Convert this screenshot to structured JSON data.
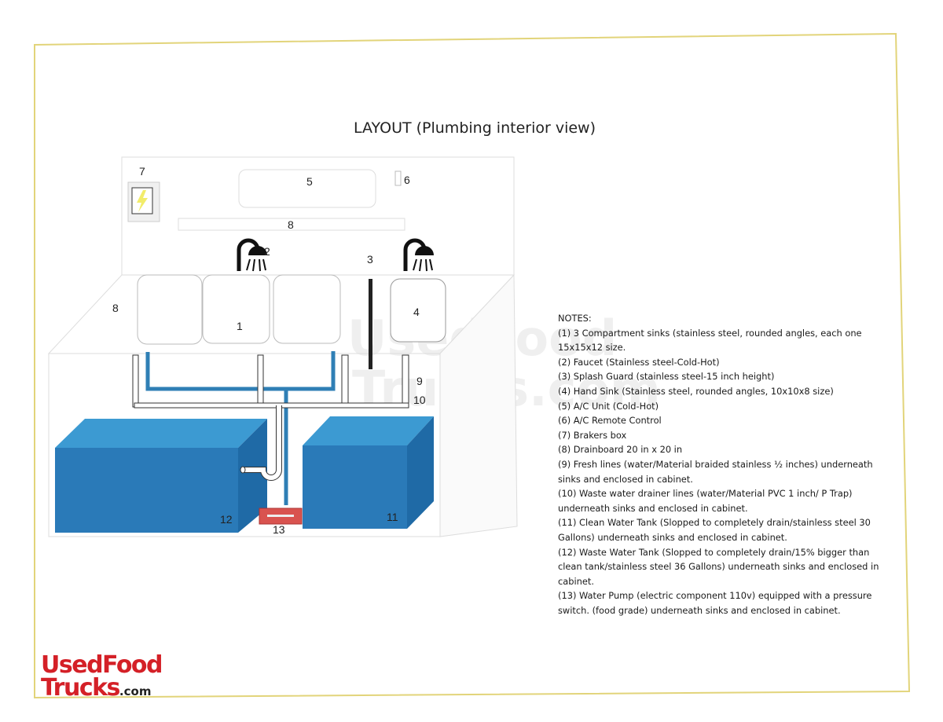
{
  "title": "LAYOUT (Plumbing interior view)",
  "diagram": {
    "labels": {
      "breaker_box": "7",
      "ac_unit": "5",
      "ac_remote": "6",
      "drainboard_back": "8",
      "faucet": "2",
      "splash_guard": "3",
      "drainboard_side": "8",
      "sinks": "1",
      "hand_sink": "4",
      "fresh_lines": "9",
      "waste_lines": "10",
      "waste_tank": "12",
      "clean_tank": "11",
      "water_pump": "13"
    },
    "colors": {
      "tank_front": "#2a7ab8",
      "tank_top": "#3c9ad2",
      "tank_side": "#1f6aa6",
      "fresh_line": "#2f7fb5",
      "pump": "#d9534f",
      "frame": "#e2d47a",
      "bolt": "#f2ec6a"
    },
    "watermark": [
      "UsedFood",
      "Trucks.com"
    ]
  },
  "notes": {
    "heading": "NOTES:",
    "lines": [
      "(1) 3 Compartment sinks (stainless steel, rounded angles, each one",
      "15x15x12 size.",
      "(2) Faucet (Stainless steel-Cold-Hot)",
      "(3) Splash Guard (stainless steel-15 inch height)",
      "(4) Hand Sink (Stainless steel, rounded angles, 10x10x8 size)",
      "(5) A/C Unit (Cold-Hot)",
      "(6) A/C Remote Control",
      "(7) Brakers box",
      "(8) Drainboard 20 in x 20 in",
      "(9) Fresh lines (water/Material braided stainless ½ inches) underneath",
      "sinks and enclosed in cabinet.",
      "(10)  Waste water drainer lines (water/Material PVC 1 inch/ P Trap)",
      "underneath sinks and enclosed in cabinet.",
      "(11) Clean Water Tank (Slopped to completely drain/stainless steel 30",
      "Gallons) underneath sinks and enclosed in cabinet.",
      "(12) Waste Water Tank (Slopped to completely drain/15% bigger than",
      "clean tank/stainless steel 36 Gallons) underneath sinks and enclosed in",
      "cabinet.",
      "(13) Water Pump (electric component 110v) equipped with a pressure",
      "switch. (food grade) underneath sinks and enclosed in cabinet."
    ]
  },
  "logo": {
    "line1": "UsedFood",
    "line2": "Trucks",
    "domain": ".com"
  }
}
